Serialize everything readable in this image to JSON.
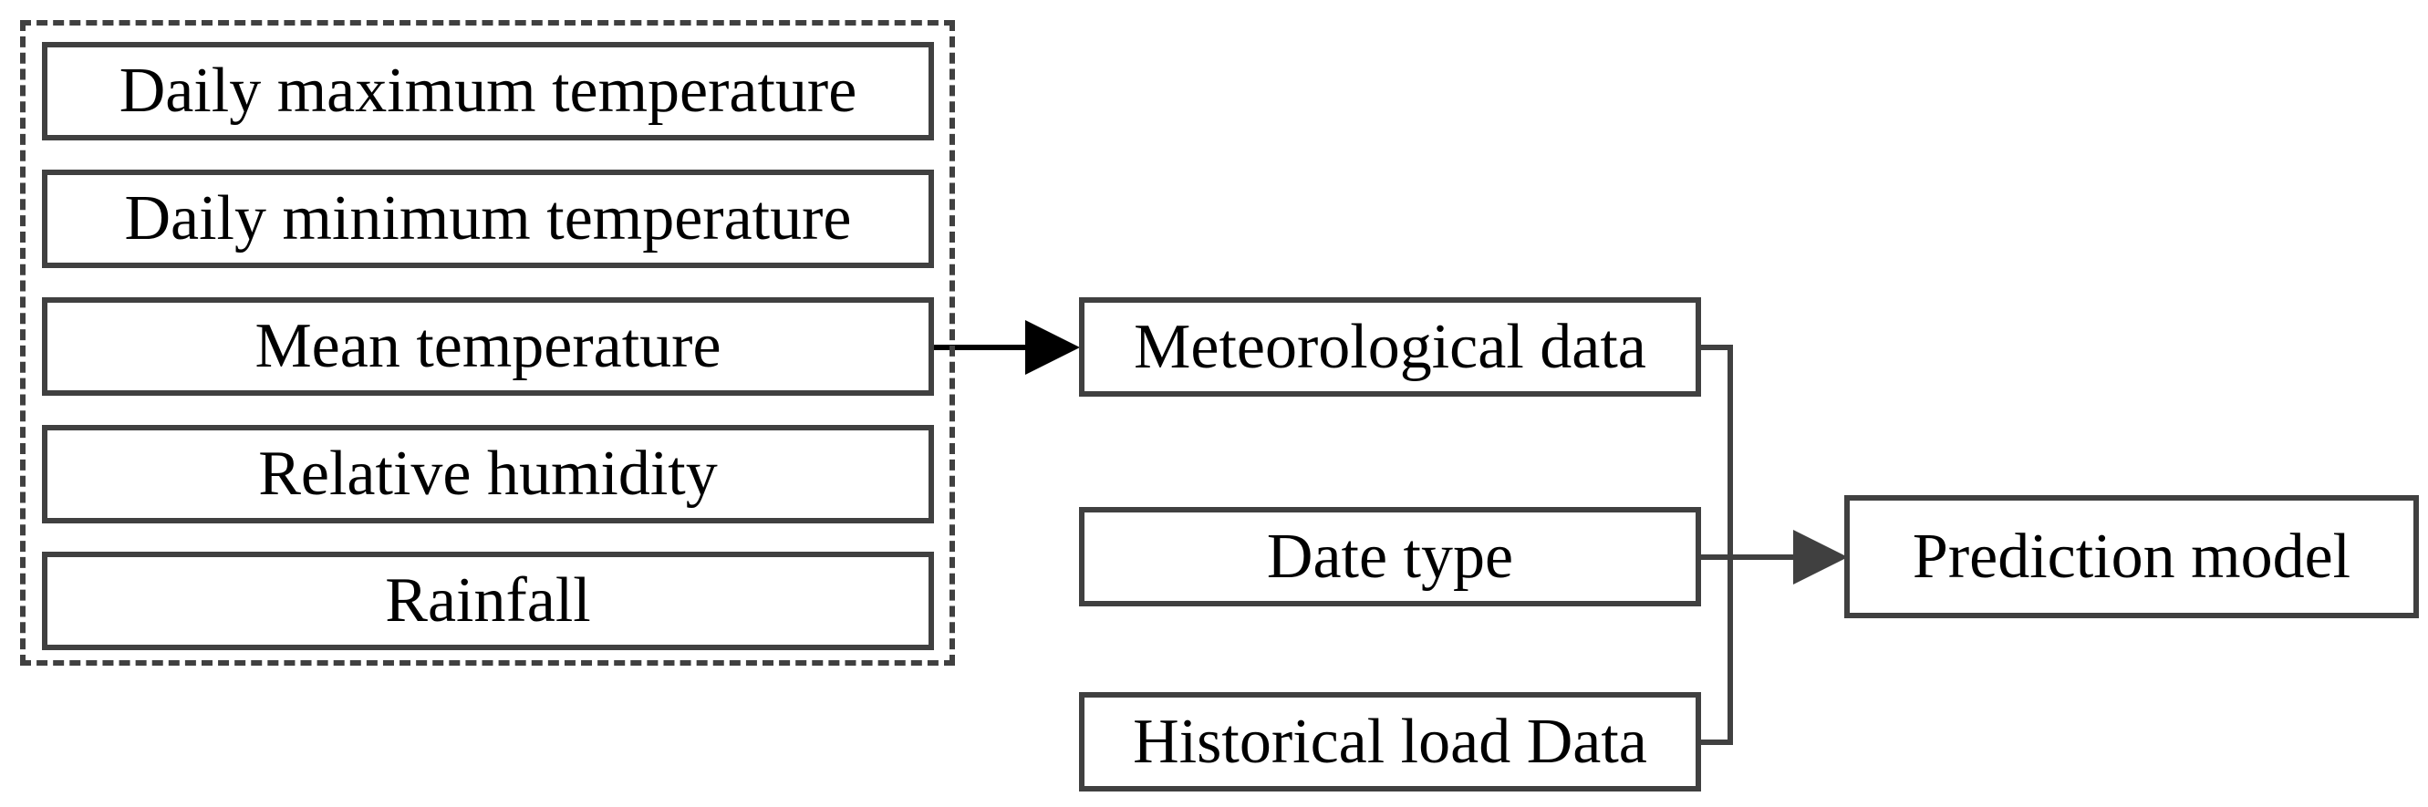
{
  "meteorological_factors": [
    "Daily maximum temperature",
    "Daily minimum temperature",
    "Mean temperature",
    "Relative humidity",
    "Rainfall"
  ],
  "inputs": {
    "meteorological": "Meteorological data",
    "date_type": "Date type",
    "historical_load": "Historical load Data"
  },
  "output": "Prediction model",
  "colors": {
    "line": "#404040",
    "arrow": "#000000",
    "text": "#000000"
  }
}
